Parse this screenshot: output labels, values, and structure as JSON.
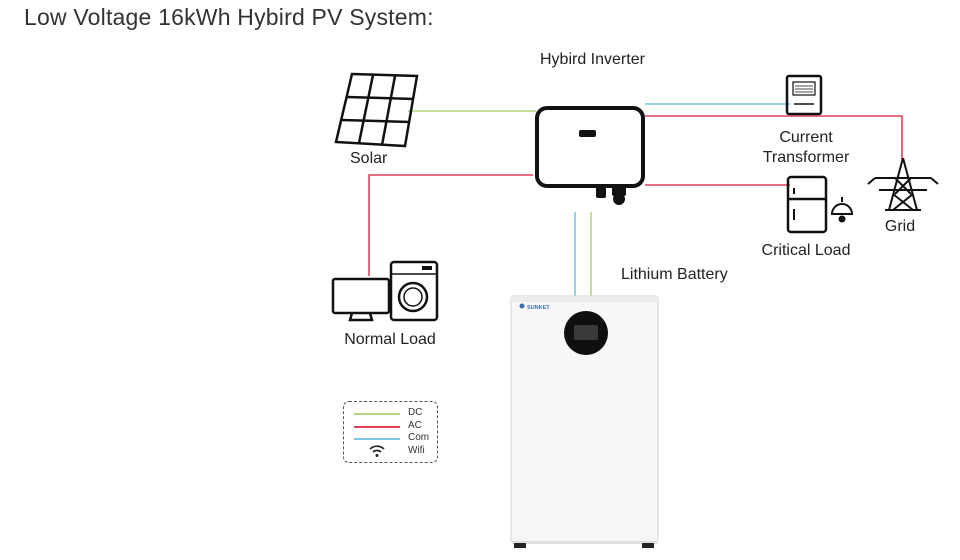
{
  "title": "Low Voltage 16kWh Hybird PV System:",
  "labels": {
    "inverter": "Hybird Inverter",
    "solar": "Solar",
    "ct": "Current\nTransformer",
    "grid": "Grid",
    "critical": "Critical Load",
    "battery": "Lithium Battery",
    "normal": "Normal Load"
  },
  "battery_brand": "SUNKET",
  "legend": [
    {
      "label": "DC",
      "color": "#b5d77e",
      "icon": "line"
    },
    {
      "label": "AC",
      "color": "#e0405a",
      "icon": "line"
    },
    {
      "label": "Com",
      "color": "#7ec3e3",
      "icon": "line"
    },
    {
      "label": "Wifi",
      "color": "#222222",
      "icon": "wifi-icon"
    }
  ],
  "colors": {
    "dc": "#b5d77e",
    "ac": "#e0405a",
    "com": "#7ec3e3"
  }
}
